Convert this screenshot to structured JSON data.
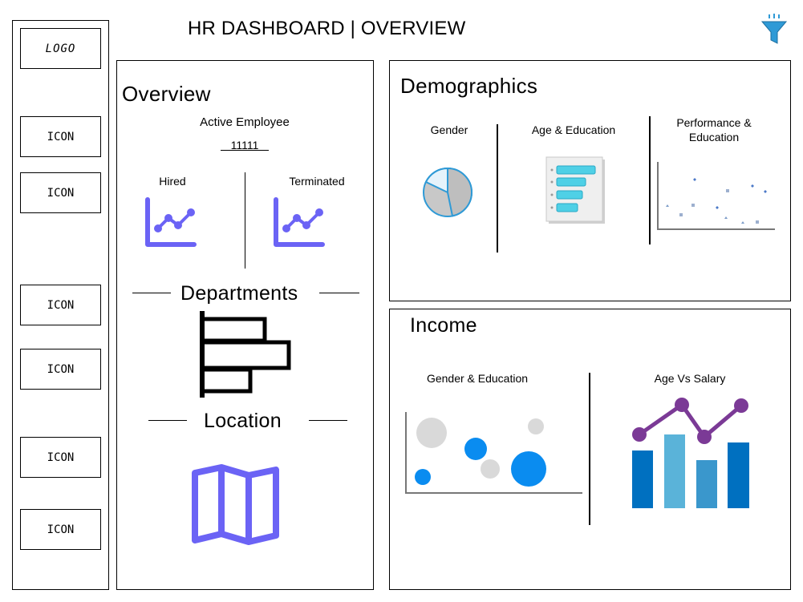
{
  "header": {
    "title": "HR DASHBOARD | OVERVIEW",
    "filter_icon": "funnel-icon"
  },
  "sidebar": {
    "logo": "LOGO",
    "items": [
      "ICON",
      "ICON",
      "ICON",
      "ICON",
      "ICON",
      "ICON"
    ]
  },
  "overview": {
    "title": "Overview",
    "active_label": "Active Employee",
    "active_value": "11111",
    "hired_label": "Hired",
    "terminated_label": "Terminated",
    "departments_title": "Departments",
    "location_title": "Location"
  },
  "demographics": {
    "title": "Demographics",
    "gender_label": "Gender",
    "age_edu_label": "Age & Education",
    "perf_edu_line1": "Performance &",
    "perf_edu_line2": "Education"
  },
  "income": {
    "title": "Income",
    "gender_edu_label": "Gender & Education",
    "age_salary_label": "Age Vs Salary"
  },
  "colors": {
    "accent_purple": "#6B63F5",
    "income_purple": "#7B3A96",
    "bubble_blue": "#0A8CF0",
    "bubble_grey": "#D9D9D9",
    "bar_blue": "#0070C0",
    "bar_light_blue": "#5AB3D9",
    "funnel": "#2F9AD6"
  }
}
